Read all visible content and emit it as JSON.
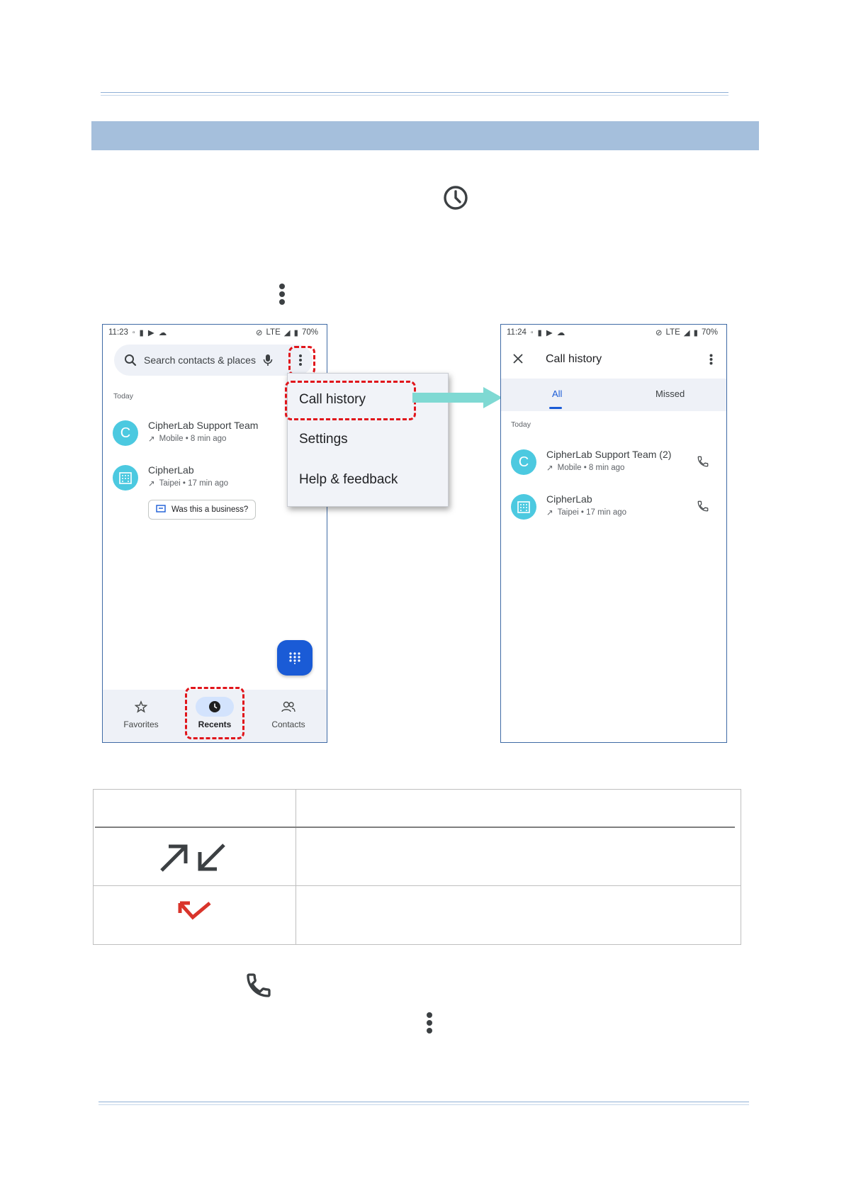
{
  "phone_left": {
    "status": {
      "time": "11:23",
      "network": "LTE",
      "battery": "70%"
    },
    "search_placeholder": "Search contacts & places",
    "section_label": "Today",
    "entries": [
      {
        "avatar": "C",
        "name": "CipherLab Support Team",
        "detail": "Mobile • 8 min ago"
      },
      {
        "avatar": "building-icon",
        "name": "CipherLab",
        "detail": "Taipei • 17 min ago"
      }
    ],
    "business_chip": "Was this a business?",
    "nav": {
      "favorites": "Favorites",
      "recents": "Recents",
      "contacts": "Contacts"
    }
  },
  "overflow_menu": {
    "items": [
      "Call history",
      "Settings",
      "Help & feedback"
    ]
  },
  "phone_right": {
    "status": {
      "time": "11:24",
      "network": "LTE",
      "battery": "70%"
    },
    "title": "Call history",
    "tabs": [
      "All",
      "Missed"
    ],
    "section_label": "Today",
    "entries": [
      {
        "avatar": "C",
        "name": "CipherLab Support Team  (2)",
        "detail": "Mobile • 8 min ago"
      },
      {
        "avatar": "building-icon",
        "name": "CipherLab",
        "detail": "Taipei • 17 min ago"
      }
    ]
  },
  "colors": {
    "section_bar": "#a5bfdc",
    "frame": "#3f6aa5",
    "highlight_dash": "#e0151b",
    "arrow": "#7fd9d3",
    "avatar": "#4cc9e0",
    "fab": "#1a5bd6",
    "tab_active": "#1a5bd6",
    "missed_icon": "#d9342b"
  },
  "icons": [
    "clock-icon",
    "overflow-menu-icon",
    "outgoing-incoming-call-icon",
    "missed-call-icon",
    "phone-icon"
  ]
}
